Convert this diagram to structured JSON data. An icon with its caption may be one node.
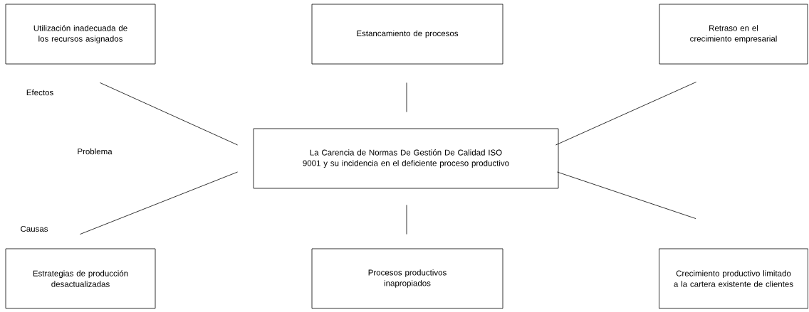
{
  "diagram": {
    "nodes": [
      {
        "text": [
          "Utilización inadecuada de los recursos asignados"
        ]
      },
      {
        "text": [
          "Estancamiento de procesos"
        ]
      },
      {
        "text": [
          "Retraso en el crecimiento empresarial"
        ]
      },
      {
        "text": [
          "La Carencia de Normas De Gestión De Calidad ISO 9001 y su incidencia en el deficiente proceso productivo"
        ]
      },
      {
        "text": [
          "Estrategias de producción desactualizadas"
        ]
      },
      {
        "text": [
          "Procesos productivos inapropiados"
        ]
      },
      {
        "text": [
          "Crecimiento productivo limitado a la cartera existente de clientes"
        ]
      }
    ],
    "edges": [
      {
        "from": 3,
        "to": 0,
        "arrow": "none"
      },
      {
        "from": 3,
        "to": 1,
        "arrow": "none"
      },
      {
        "from": 3,
        "to": 2,
        "arrow": "none"
      },
      {
        "from": 4,
        "to": 3,
        "arrow": "none"
      },
      {
        "from": 5,
        "to": 3,
        "arrow": "none"
      },
      {
        "from": 6,
        "to": 3,
        "arrow": "none"
      }
    ],
    "labels": [
      "Efectos",
      "Problema",
      "Causas"
    ]
  }
}
